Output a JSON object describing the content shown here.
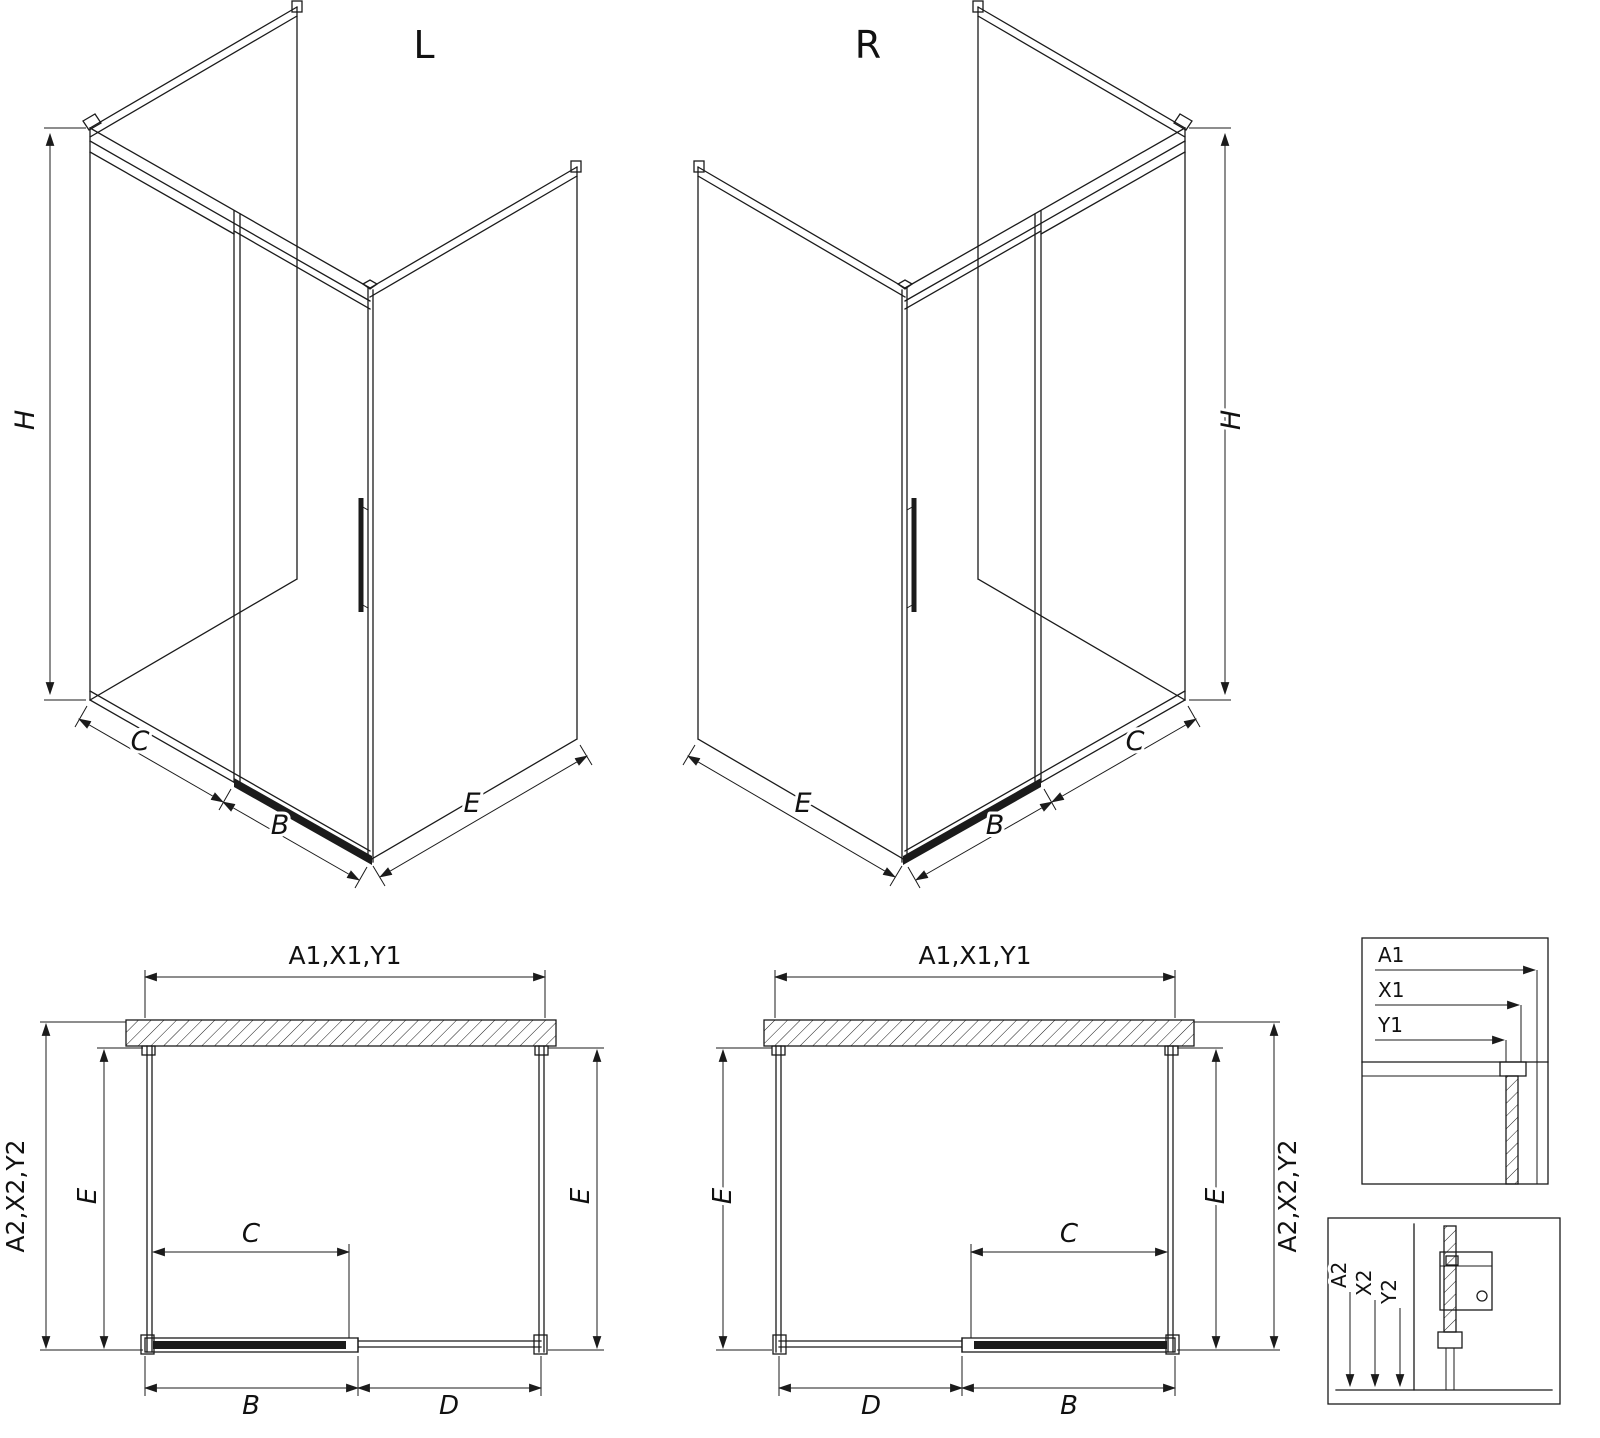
{
  "colors": {
    "line": "#1b1b1b",
    "background": "#ffffff"
  },
  "iso_left": {
    "title": "L",
    "dims": {
      "h": "H",
      "c": "C",
      "b": "B",
      "e": "E"
    }
  },
  "iso_right": {
    "title": "R",
    "dims": {
      "h": "H",
      "c": "C",
      "b": "B",
      "e": "E"
    }
  },
  "plan_left": {
    "dims": {
      "top": "A1,X1,Y1",
      "side": "A2,X2,Y2",
      "e_left": "E",
      "e_right": "E",
      "c": "C",
      "b": "B",
      "d": "D"
    }
  },
  "plan_right": {
    "dims": {
      "top": "A1,X1,Y1",
      "side": "A2,X2,Y2",
      "e_left": "E",
      "e_right": "E",
      "c": "C",
      "b": "B",
      "d": "D"
    }
  },
  "detail_top": {
    "labels": {
      "a1": "A1",
      "x1": "X1",
      "y1": "Y1"
    }
  },
  "detail_bottom": {
    "labels": {
      "a2": "A2",
      "x2": "X2",
      "y2": "Y2"
    }
  }
}
